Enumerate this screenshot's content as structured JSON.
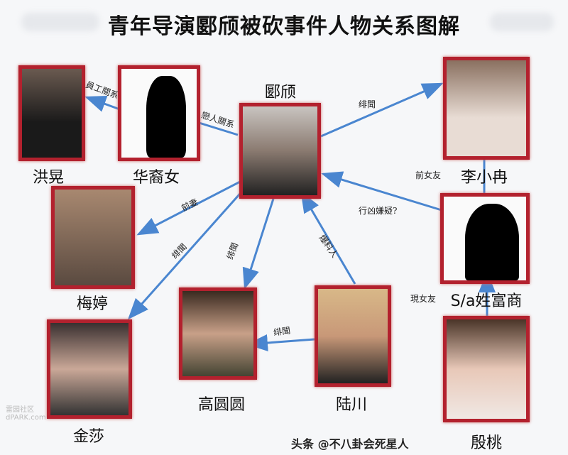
{
  "title": "青年导演郾颀被砍事件人物关系图解",
  "people": {
    "center": "郾颀",
    "honghuang": "洪晃",
    "huayinv": "华裔女",
    "lixiaoran": "李小冉",
    "meiting": "梅婷",
    "fushang": "S/a姓富商",
    "jinsha": "金莎",
    "gaoyuanyuan": "高圆圆",
    "luchuan": "陆川",
    "yintao": "殷桃"
  },
  "relations": {
    "employee": "員工關系",
    "lover": "戀人關系",
    "rumor_li": "绯聞",
    "ex_wife": "前妻",
    "rumor_jin": "绯聞",
    "rumor_gao": "绯聞",
    "informant": "爆料人",
    "suspect": "行凶嫌疑?",
    "ex_gf": "前女友",
    "cur_gf": "現女友",
    "rumor_lu_gao": "绯聞"
  },
  "watermarks": {
    "toutiao": "头条 @不八卦会死星人",
    "site_cn": "雷园社区",
    "site_en": "dPARK.com"
  },
  "colors": {
    "border": "#b3212e",
    "arrow": "#4a86d0"
  }
}
